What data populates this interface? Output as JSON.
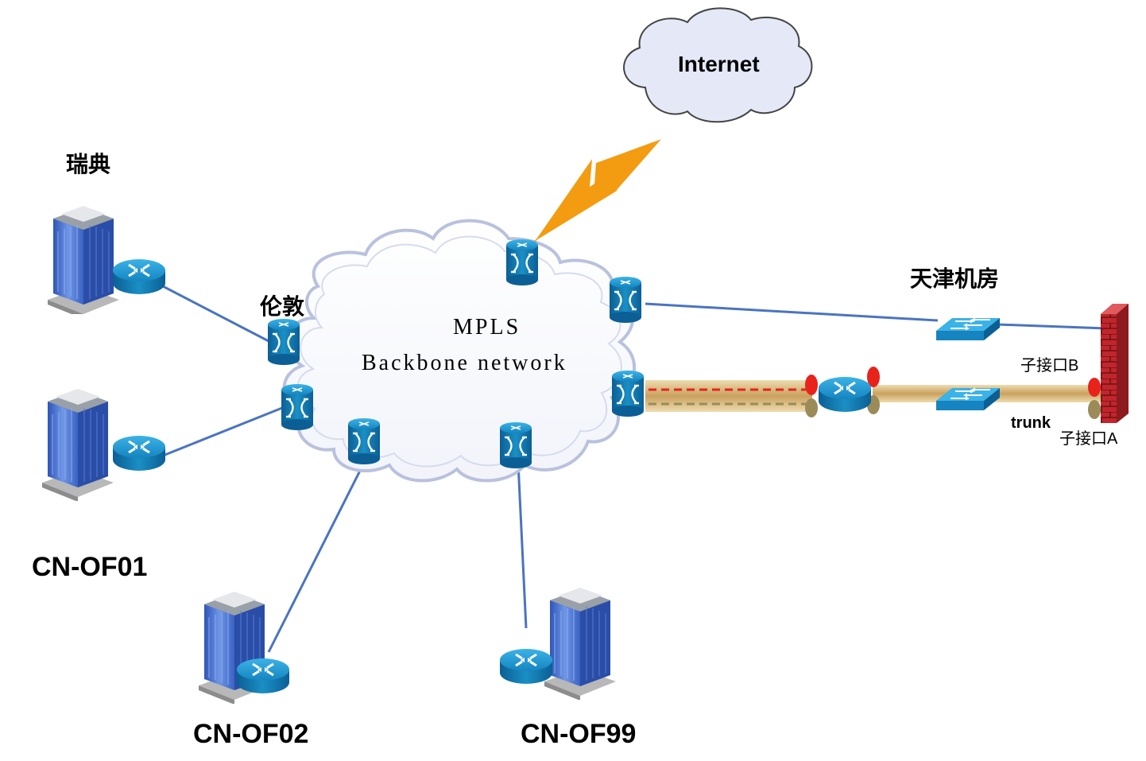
{
  "diagram": {
    "internet_label": "Internet",
    "backbone_label_line1": "MPLS",
    "backbone_label_line2": "Backbone network",
    "sites": {
      "sweden": "瑞典",
      "london": "伦敦",
      "cn_of01": "CN-OF01",
      "cn_of02": "CN-OF02",
      "cn_of99": "CN-OF99",
      "tianjin": "天津机房"
    },
    "links": {
      "trunk": "trunk",
      "subif_a": "子接口A",
      "subif_b": "子接口B"
    },
    "colors": {
      "cloud_fill": "#e4e8f7",
      "router_blue": "#1a8fc4",
      "link_blue": "#4a74c2",
      "lightning": "#f39c12",
      "trunk_tan": "#c9a15e",
      "subif_red": "#e8231c",
      "subif_olive": "#9a8b59",
      "firewall_red": "#c0262c"
    }
  }
}
